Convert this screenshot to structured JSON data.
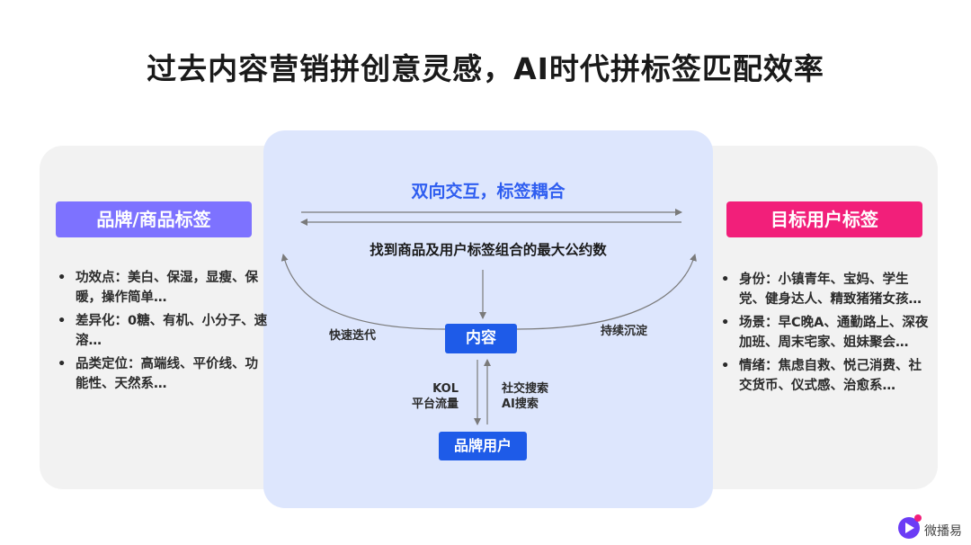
{
  "title": "过去内容营销拼创意灵感，AI时代拼标签匹配效率",
  "left": {
    "tag": "品牌/商品标签",
    "items": [
      "功效点：美白、保湿，显瘦、保暖，操作简单…",
      "差异化：0糖、有机、小分子、速溶…",
      "品类定位：高端线、平价线、功能性、天然系…"
    ]
  },
  "center": {
    "heading": "双向交互，标签耦合",
    "subheading": "找到商品及用户标签组合的最大公约数",
    "content_box": "内容",
    "brand_user_box": "品牌用户",
    "fast_label": "快速迭代",
    "sustain_label": "持续沉淀",
    "kol_line1": "KOL",
    "kol_line2": "平台流量",
    "social_line1": "社交搜索",
    "social_line2": "AI搜索"
  },
  "right": {
    "tag": "目标用户标签",
    "items": [
      "身份：小镇青年、宝妈、学生党、健身达人、精致猪猪女孩…",
      "场景：早C晚A、通勤路上、深夜加班、周末宅家、姐妹聚会…",
      "情绪：焦虑自救、悦己消费、社交货币、仪式感、治愈系…"
    ]
  },
  "logo_text": "微播易",
  "colors": {
    "brand_tag": "#7d72ff",
    "user_tag": "#f21f7a",
    "center_bg": "#dde6fd",
    "accent_blue": "#1e5be8"
  }
}
